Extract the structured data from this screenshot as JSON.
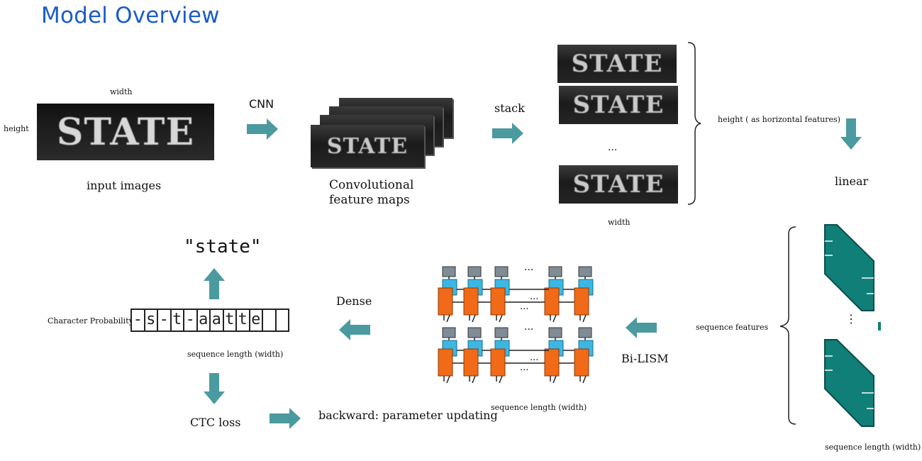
{
  "title": "Model Overview",
  "input": {
    "width_label": "width",
    "height_label": "height",
    "image_text": "STATE",
    "caption": "input images"
  },
  "cnn": {
    "label": "CNN"
  },
  "feature_maps": {
    "caption_line1": "Convolutional",
    "caption_line2": "feature maps",
    "image_text": "STATE"
  },
  "stack": {
    "label": "stack",
    "ellipsis": "...",
    "image_text": "STATE",
    "brace_label": "height ( as horizontal features)",
    "width_label": "width"
  },
  "linear": {
    "label": "linear"
  },
  "sequence": {
    "features_label": "sequence features",
    "ellipsis": "⋮",
    "length_label": "sequence length (width)"
  },
  "bilstm": {
    "label": "Bi-LISM",
    "length_label": "sequence length (width)",
    "ellipsis": "...",
    "ellipsis2": "..."
  },
  "dense": {
    "label": "Dense"
  },
  "output": {
    "quote_text": "\"state\"",
    "prob_label": "Character Probability",
    "cells": [
      "-",
      "s",
      "-",
      "t",
      "-",
      "a",
      "a",
      "t",
      "t",
      "e",
      "",
      ""
    ],
    "length_label": "sequence length (width)"
  },
  "ctc": {
    "label": "CTC loss",
    "backward_label": "backward: parameter updating"
  },
  "colors": {
    "arrow": "#4b9aa0",
    "title": "#1b5cc8",
    "teal_feature": "#0f7f78",
    "lstm_orange": "#f06a17",
    "lstm_blue": "#3cb7e3",
    "lstm_gray": "#7f8c96"
  }
}
